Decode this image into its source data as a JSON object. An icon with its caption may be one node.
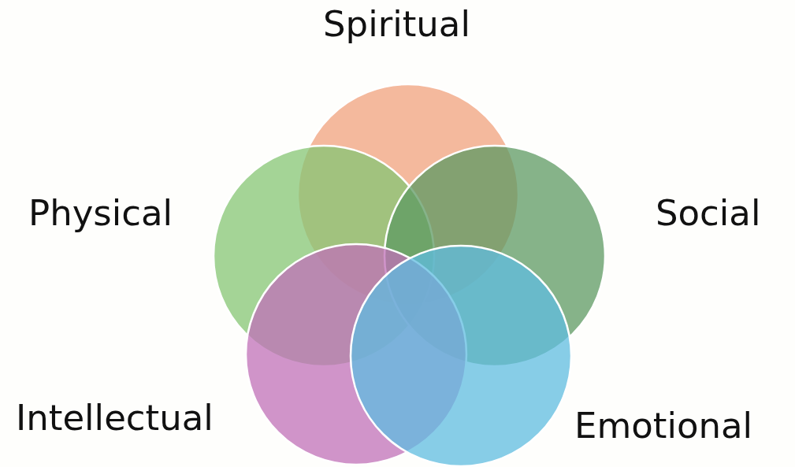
{
  "diagram": {
    "nodes": [
      {
        "text": [
          "Spiritual"
        ]
      },
      {
        "text": [
          "Physical"
        ]
      },
      {
        "text": [
          "Social"
        ]
      },
      {
        "text": [
          "Intellectual"
        ]
      },
      {
        "text": [
          "Emotional"
        ]
      }
    ]
  }
}
